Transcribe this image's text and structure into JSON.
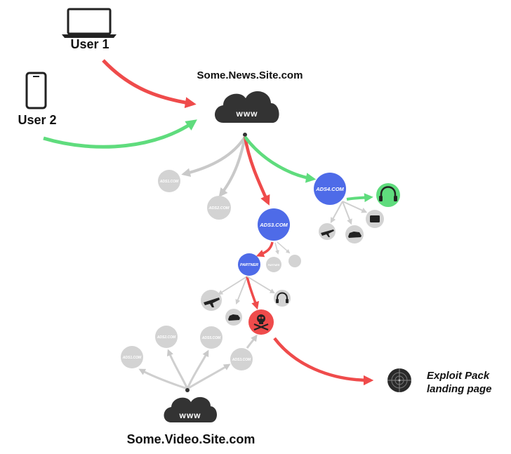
{
  "users": {
    "user1": "User 1",
    "user2": "User 2"
  },
  "sites": {
    "news": "Some.News.Site.com",
    "video": "Some.Video.Site.com",
    "cloud_label": "www"
  },
  "ad_nodes": {
    "ads1": "ADS1.COM",
    "ads2": "ADS2.COM",
    "ads3": "ADS3.COM",
    "ads4": "ADS4.COM",
    "partner": "PARTNER",
    "partner_small": "PARTNER",
    "ads3_video": "ADS3.COM",
    "ads1_video": "ADS1.COM",
    "ads2_video": "ADS2.COM",
    "ads5_video": "ADS5.COM"
  },
  "exploit": {
    "line1": "Exploit Pack",
    "line2": "landing page"
  },
  "colors": {
    "red": "#ef4b4b",
    "green": "#5fdc7d",
    "gray": "#c9c9c9",
    "blue": "#4e6be8",
    "dark": "#333333"
  }
}
